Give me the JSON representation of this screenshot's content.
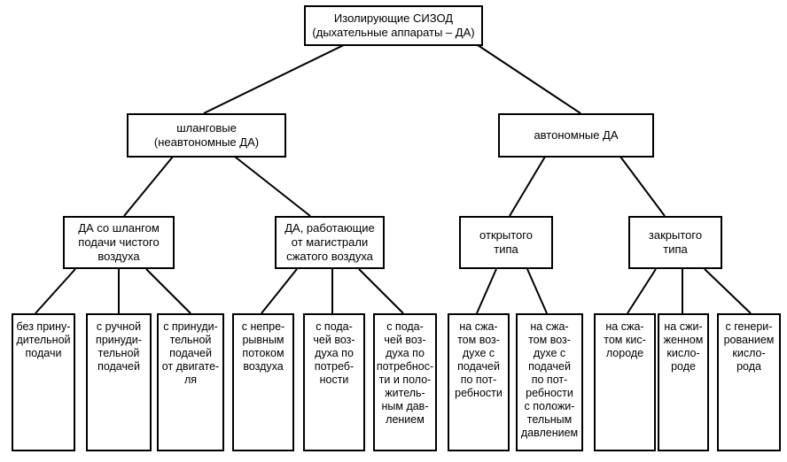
{
  "root": "Изолирующие СИЗОД\n(дыхательные аппараты – ДА)",
  "level1": {
    "hose": "шланговые\n(неавтономные ДА)",
    "autonomous": "автономные ДА"
  },
  "level2": {
    "clean_air_hose": "ДА со шлангом\nподачи чистого\nвоздуха",
    "compressed_line": "ДА, работающие\nот магистрали\nсжатого воздуха",
    "open_type": "открытого\nтипа",
    "closed_type": "закрытого\nтипа"
  },
  "leaves": {
    "no_forced": "без прину-\nдительной\nподачи",
    "manual_forced": "с ручной\nпринуди-\nтельной\nподачей",
    "engine_forced": "с принуди-\nтельной\nподачей\nот двигате-\nля",
    "continuous": "с непре-\nрывным\nпотоком\nвоздуха",
    "on_demand": "с пода-\nчей воз-\nдуха по\nпотреб-\nности",
    "demand_positive": "с пода-\nчей воз-\nдуха по\nпотребнос-\nти и поло-\nжитель-\nным дав-\nлением",
    "compressed_demand": "на сжа-\nтом воз-\nдухе с\nподачей\nпо пот-\nребности",
    "compressed_demand_positive": "на сжа-\nтом воз-\nдухе с\nподачей\nпо пот-\nребности\nс положи-\nтельным\nдавлением",
    "compressed_oxygen": "на сжа-\nтом кис-\nлороде",
    "liquid_oxygen": "на сжи-\nженном\nкисло-\nроде",
    "generated_oxygen": "с генери-\nрованием\nкисло-\nрода"
  }
}
